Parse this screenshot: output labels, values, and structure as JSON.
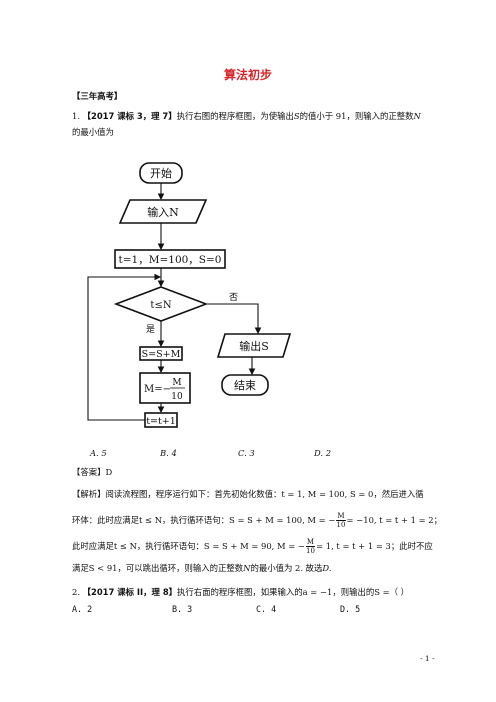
{
  "doc": {
    "title": "算法初步",
    "section_label": "【三年高考】",
    "q1": {
      "line1_a": "1. ",
      "line1_src": "【2017 课标 3，理 7】",
      "line1_b": "执行右图的程序框图，为使输出",
      "line1_S": "S",
      "line1_c": "的值小于 91，则输入的正整数",
      "line1_N": "N",
      "line2": "的最小值为"
    },
    "flowchart": {
      "start": "开始",
      "input": "输入N",
      "init": "t=1，M=100，S=0",
      "cond": "t≤N",
      "no": "否",
      "yes": "是",
      "step1": "S=S+M",
      "step2_lhs": "M=−",
      "step2_num": "M",
      "step2_den": "10",
      "step3": "t=t+1",
      "output": "输出S",
      "end": "结束"
    },
    "q1_options": [
      "A. 5",
      "B. 4",
      "C. 3",
      "D. 2"
    ],
    "answer": "【答案】D",
    "analysis": {
      "l1_a": "【解析】阅读流程图，程序运行如下：首先初始化数值：",
      "l1_m": "t = 1, M = 100, S = 0",
      "l1_b": "，然后进入循",
      "l2_a": "环体：此时应满足",
      "l2_m1": "t ≤ N",
      "l2_b": "，执行循环语句：",
      "l2_m2": "S = S + M = 100, M = −",
      "l2_num": "M",
      "l2_den": "10",
      "l2_m3": "= −10, t = t + 1 = 2",
      "l2_c": "；",
      "l3_a": "此时应满足",
      "l3_m1": "t ≤ N",
      "l3_b": "，执行循环语句：",
      "l3_m2": "S = S + M = 90, M = −",
      "l3_num": "M",
      "l3_den": "10",
      "l3_m3": "= 1, t = t + 1 = 3",
      "l3_c": "；此时不应",
      "l4_a": "满足",
      "l4_m": "S < 91",
      "l4_b": "，可以跳出循环，则输入的正整数",
      "l4_N": "N",
      "l4_c": "的最小值为 2. 故选",
      "l4_D": "D."
    },
    "q2": {
      "a": "2. ",
      "src": "【2017 课标 II，理 8】",
      "b": "执行右面的程序框图，如果输入的",
      "m1": "a = −1",
      "c": "，则输出的",
      "m2": "S =",
      "d": "（     ）"
    },
    "q2_options": [
      "A. 2",
      "B. 3",
      "C. 4",
      "D. 5"
    ],
    "page_number": "- 1 -"
  }
}
